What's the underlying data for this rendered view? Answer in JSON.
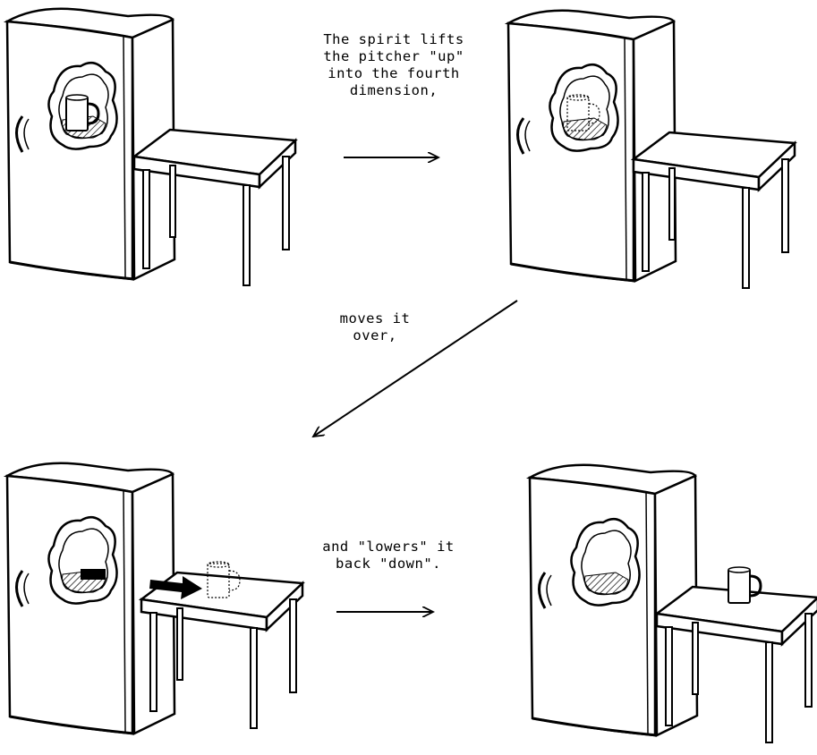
{
  "captions": {
    "step1": "The spirit lifts\nthe pitcher \"up\"\ninto the fourth\ndimension,",
    "step2": "moves it\nover,",
    "step3": "and \"lowers\" it\nback \"down\"."
  },
  "colors": {
    "ink": "#000000",
    "paper": "#ffffff"
  },
  "panels": [
    {
      "panel": "top-left",
      "pitcher_location": "inside-fridge",
      "pitcher_style": "solid"
    },
    {
      "panel": "top-right",
      "pitcher_location": "inside-fridge",
      "pitcher_style": "dotted"
    },
    {
      "panel": "bottom-left",
      "pitcher_location": "above-table",
      "pitcher_style": "dotted",
      "motion_arrow": true
    },
    {
      "panel": "bottom-right",
      "pitcher_location": "on-table",
      "pitcher_style": "solid"
    }
  ]
}
